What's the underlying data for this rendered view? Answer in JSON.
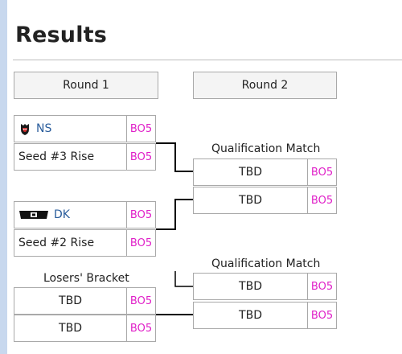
{
  "page": {
    "title": "Results"
  },
  "rounds": [
    {
      "label": "Round 1"
    },
    {
      "label": "Round 2"
    }
  ],
  "bracket": {
    "qualification_label_1": "Qualification Match",
    "qualification_label_2": "Qualification Match",
    "losers_label": "Losers' Bracket"
  },
  "round1": {
    "match1": {
      "team1": {
        "name": "NS",
        "score": "BO5",
        "logo": "ns-team-logo"
      },
      "team2": {
        "name": "Seed #3 Rise",
        "score": "BO5"
      }
    },
    "match2": {
      "team1": {
        "name": "DK",
        "score": "BO5",
        "logo": "dk-team-logo"
      },
      "team2": {
        "name": "Seed #2 Rise",
        "score": "BO5"
      }
    },
    "losers": {
      "team1": {
        "name": "TBD",
        "score": "BO5"
      },
      "team2": {
        "name": "TBD",
        "score": "BO5"
      }
    }
  },
  "round2": {
    "qual1": {
      "team1": {
        "name": "TBD",
        "score": "BO5"
      },
      "team2": {
        "name": "TBD",
        "score": "BO5"
      }
    },
    "qual2": {
      "team1": {
        "name": "TBD",
        "score": "BO5"
      },
      "team2": {
        "name": "TBD",
        "score": "BO5"
      }
    }
  },
  "colors": {
    "score": "#e020c8",
    "team_link": "#2a5d9c",
    "connector": "#000000",
    "header_bg": "#f4f4f4",
    "left_strip": "#c8d8ee"
  }
}
